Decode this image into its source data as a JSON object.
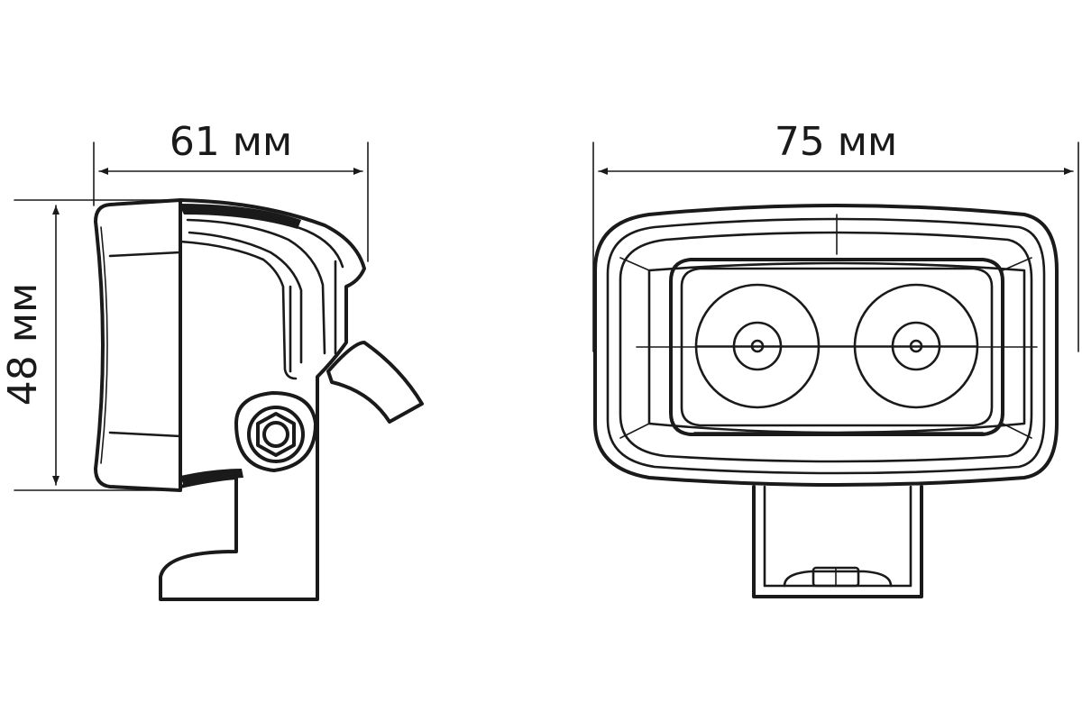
{
  "dimensions": {
    "side_width": "61 мм",
    "side_height": "48 мм",
    "front_width": "75 мм"
  },
  "colors": {
    "line": "#1a1a1a",
    "background": "#ffffff"
  }
}
